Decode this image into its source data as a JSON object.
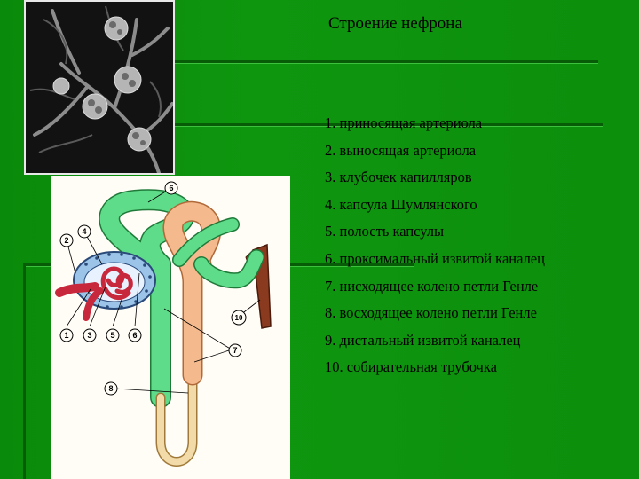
{
  "slide": {
    "title": "Строение нефрона",
    "legend": [
      "1. приносящая артериола",
      "2. выносящая артериола",
      "3. клубочек капилляров",
      "4. капсула Шумлянского",
      "5. полость капсулы",
      "6. проксимальный извитой каналец",
      "7. нисходящее колено петли Генле",
      "8. восходящее колено петли Генле",
      "9. дистальный извитой каналец",
      "10. собирательная трубочка"
    ]
  },
  "diagram": {
    "callouts": [
      "1",
      "2",
      "3",
      "4",
      "5",
      "6",
      "7",
      "8",
      "10"
    ],
    "colors": {
      "green_tubule": "#5fdc8a",
      "orange_tubule": "#f4b98c",
      "collecting_duct": "#8a3a1e",
      "capillaries": "#c8283c",
      "capsule_blue": "#9bc4e8"
    }
  },
  "photo": {
    "kind": "micrograph-nephron-glomeruli"
  }
}
